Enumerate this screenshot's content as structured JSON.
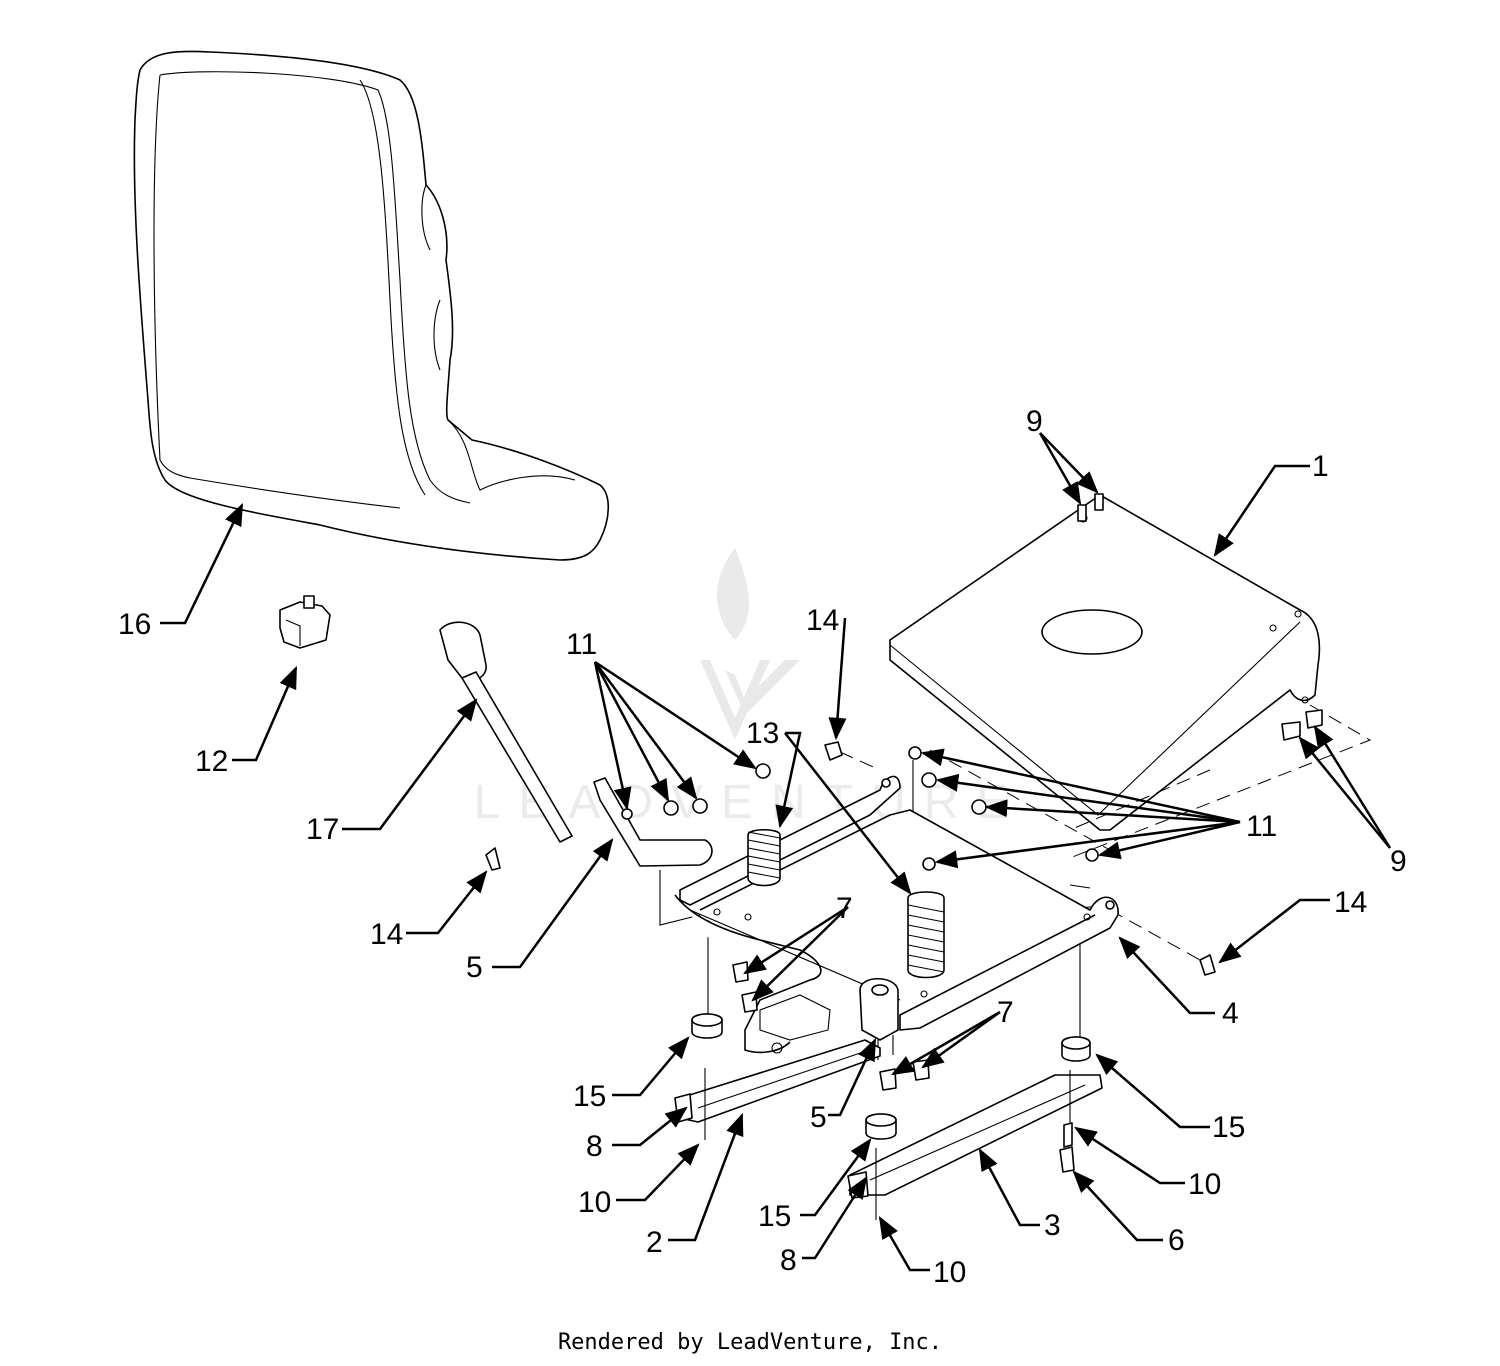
{
  "footer": "Rendered by LeadVenture, Inc.",
  "watermark": "LEADVENTURE",
  "labels": {
    "l1": "1",
    "l2": "2",
    "l3": "3",
    "l4": "4",
    "l5a": "5",
    "l5b": "5",
    "l6": "6",
    "l7a": "7",
    "l7b": "7",
    "l8a": "8",
    "l8b": "8",
    "l9a": "9",
    "l9b": "9",
    "l10a": "10",
    "l10b": "10",
    "l10c": "10",
    "l11a": "11",
    "l11b": "11",
    "l12": "12",
    "l13": "13",
    "l14a": "14",
    "l14b": "14",
    "l14c": "14",
    "l15a": "15",
    "l15b": "15",
    "l15c": "15",
    "l16": "16",
    "l17": "17"
  }
}
